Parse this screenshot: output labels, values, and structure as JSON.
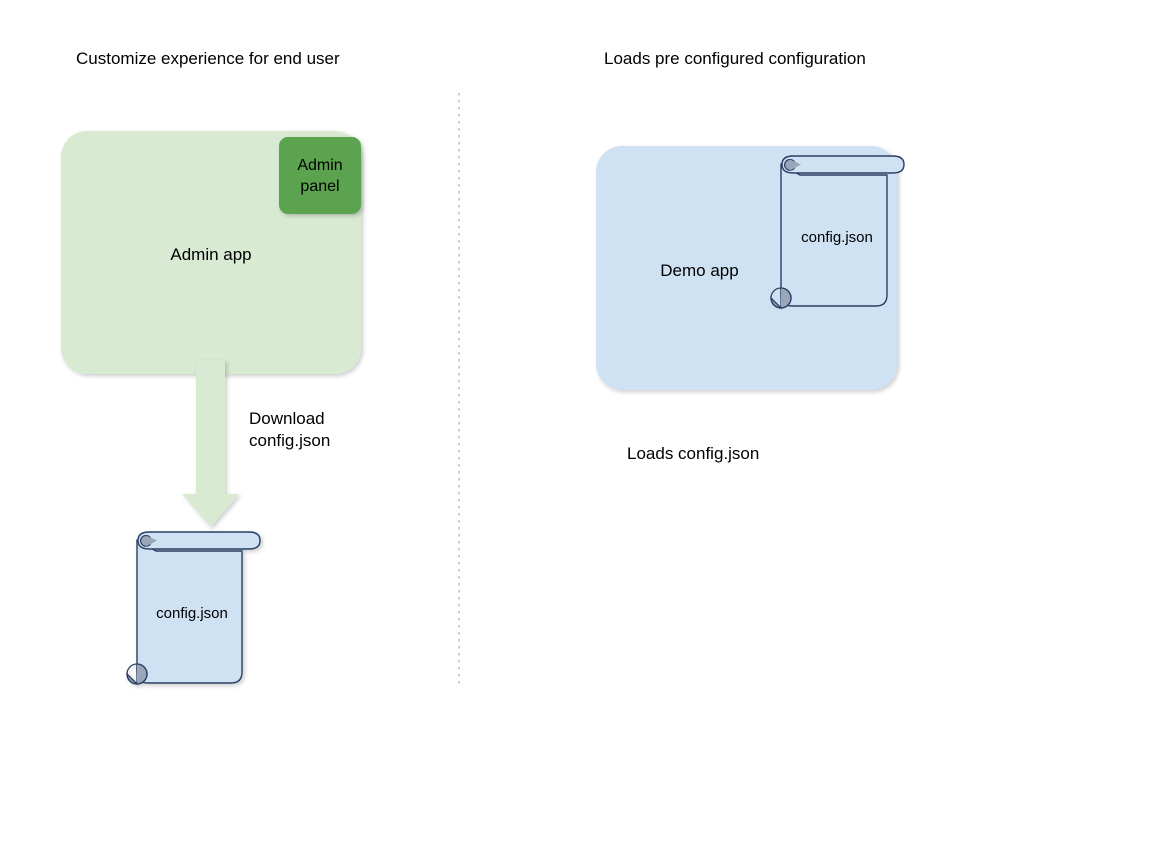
{
  "diagram": {
    "title_left": "Customize experience for end user",
    "title_right": "Loads pre configured configuration",
    "divider": {
      "style": "dotted-vertical",
      "color": "#b7b7b7"
    }
  },
  "left_column": {
    "heading": "Customize experience for end user",
    "app_box": {
      "label": "Admin app",
      "fill": "#d9ead3"
    },
    "panel": {
      "label": "Admin panel",
      "label_line_1": "Admin",
      "label_line_2": "panel",
      "fill": "#5ba34f"
    },
    "arrow": {
      "label_line_1": "Download",
      "label_line_2": "config.json",
      "fill": "#d9ead3",
      "direction": "down"
    },
    "document": {
      "label": "config.json",
      "fill": "#cfe2f3",
      "stroke": "#2a3f63",
      "curl_fill": "#9aa7b8",
      "icon": "scroll-icon"
    }
  },
  "right_column": {
    "heading": "Loads pre configured configuration",
    "app_box": {
      "label": "Demo app",
      "fill": "#cfe2f3"
    },
    "document": {
      "label": "config.json",
      "fill": "none",
      "stroke": "#2a3f63",
      "curl_fill": "#9aa7b8",
      "icon": "scroll-icon"
    },
    "caption": "Loads config.json"
  }
}
